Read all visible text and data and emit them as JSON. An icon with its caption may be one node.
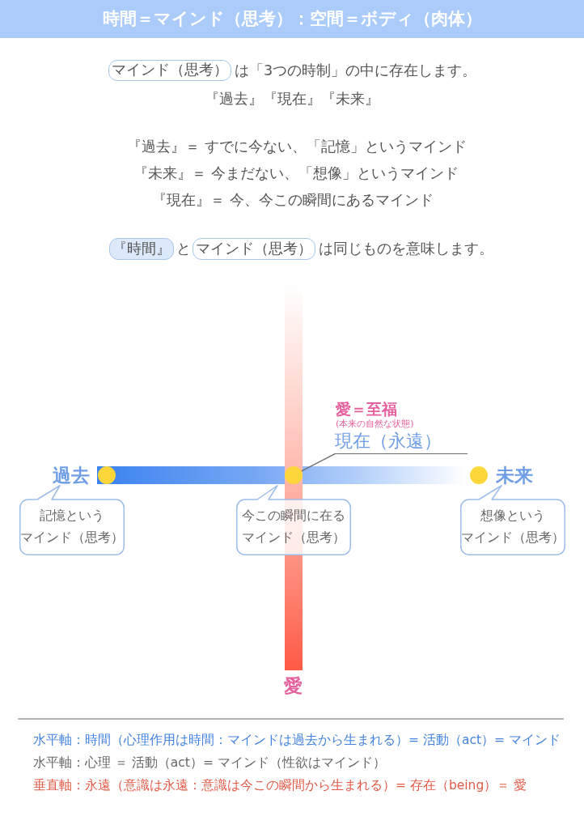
{
  "diagram": {
    "title": "時間＝マインド（思考）：空間＝ボディ（肉体）",
    "nodes": [
      {
        "text": [
          "マインド（思考）"
        ]
      },
      {
        "text": [
          "『時間』"
        ]
      },
      {
        "text": [
          "マインド（思考）"
        ]
      },
      {
        "text": [
          "現在（永遠）"
        ]
      },
      {
        "text": [],
        "shape": "circle"
      },
      {
        "text": [],
        "shape": "circle"
      },
      {
        "text": [],
        "shape": "circle"
      },
      {
        "text": [
          "記憶というマインド（思考）"
        ]
      },
      {
        "text": [
          "今この瞬間に在るマインド（思考）"
        ]
      },
      {
        "text": [
          "想像というマインド（思考）"
        ]
      }
    ],
    "edges": [
      {
        "from": 3,
        "to": 5,
        "arrow": "none"
      }
    ],
    "labels": [
      "は「3つの時制」の中に存在します。",
      "『過去』『現在』『未来』",
      "『過去』＝ すでに今ない、「記憶」というマインド",
      "『未来』＝ 今まだない、「想像」というマインド",
      "『現在』＝ 今、今この瞬間にあるマインド",
      "と",
      "は同じものを意味します。",
      "愛＝至福",
      "(本来の自然な状態)",
      "過去",
      "未来",
      "愛",
      "水平軸：時間（心理作用は時間：マインドは過去から生まれる）= 活動（act）= マインド",
      "水平軸：心理 ＝ 活動（act）= マインド（性欲はマインド）",
      "垂直軸：永遠（意識は永遠：意識は今この瞬間から生まれる）= 存在（being）＝ 愛"
    ]
  }
}
